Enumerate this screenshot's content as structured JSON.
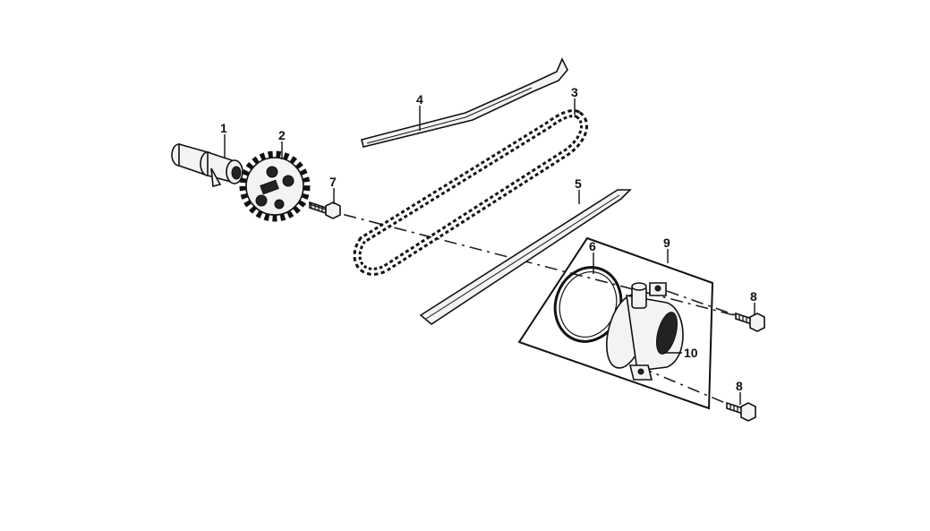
{
  "callouts": {
    "c1": "1",
    "c2": "2",
    "c3": "3",
    "c4": "4",
    "c5": "5",
    "c6": "6",
    "c7": "7",
    "c8a": "8",
    "c8b": "8",
    "c9": "9",
    "c10": "10"
  },
  "colors": {
    "line": "#111111",
    "background": "#ffffff"
  }
}
